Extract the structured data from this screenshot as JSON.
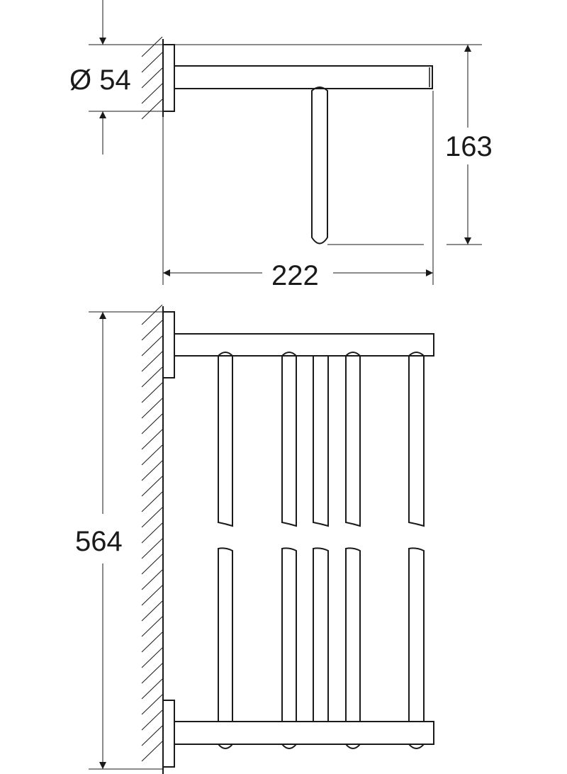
{
  "dimensions": {
    "diameter": "Ø 54",
    "depth": "163",
    "projection": "222",
    "height": "564"
  },
  "colors": {
    "line": "#1a1a1a",
    "background": "#ffffff"
  }
}
